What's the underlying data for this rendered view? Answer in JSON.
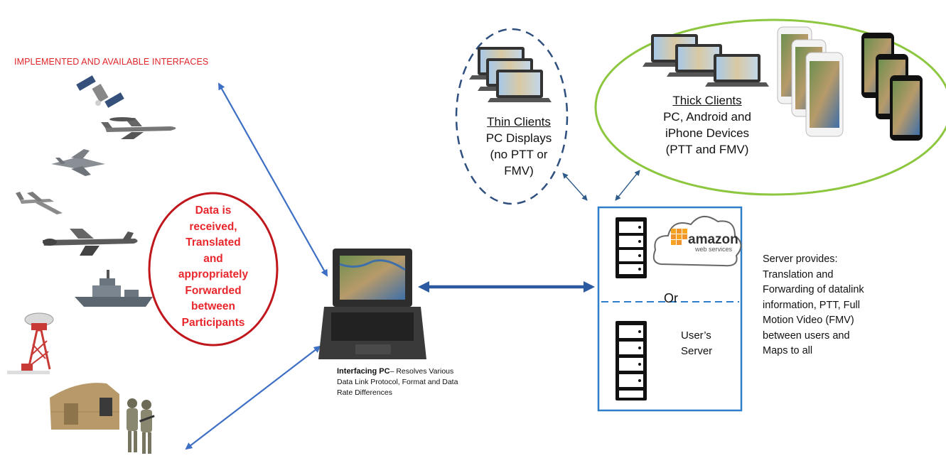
{
  "title": "IMPLEMENTED AND AVAILABLE INTERFACES",
  "red_oval": {
    "lines": [
      "Data is",
      "received,",
      "Translated",
      "and",
      "appropriately",
      "Forwarded",
      "between",
      "Participants"
    ]
  },
  "thin_clients": {
    "title": "Thin Clients",
    "lines": [
      "PC Displays",
      "(no PTT or",
      "FMV)"
    ]
  },
  "thick_clients": {
    "title": "Thick Clients",
    "lines": [
      "PC, Android and",
      "iPhone Devices",
      "(PTT and FMV)"
    ]
  },
  "server_box": {
    "aws_brand": "amazon",
    "aws_sub": "web services",
    "or_label": "Or",
    "user_server_lines": [
      "User’s",
      "Server"
    ]
  },
  "server_description": {
    "lines": [
      "Server provides:",
      "Translation and",
      "Forwarding of datalink",
      "information, PTT, Full",
      "Motion Video (FMV)",
      "between users and",
      "Maps to all"
    ]
  },
  "interfacing_pc": {
    "bold": "Interfacing PC",
    "rest_line1": "– Resolves Various",
    "line2": "Data Link Protocol, Format and Data",
    "line3": "Rate Differences"
  },
  "colors": {
    "red": "#e0262a",
    "dark_red_oval": "#c0171d",
    "blue_arrow": "#3d6fc4",
    "dark_blue_arrow": "#2c5aa0",
    "server_box_border": "#2d7fc9",
    "thin_oval": "#2f4f7f",
    "thick_oval": "#8dc63f",
    "aws_orange": "#f7a521"
  },
  "icons": [
    "satellite-icon",
    "awacs-aircraft-icon",
    "fighter-jet-icon",
    "drone-icon",
    "recon-aircraft-icon",
    "warship-icon",
    "radar-tower-icon",
    "tent-icon",
    "soldiers-icon",
    "rugged-laptop-icon",
    "laptop-icon",
    "phone-icon",
    "server-icon",
    "cloud-icon"
  ]
}
